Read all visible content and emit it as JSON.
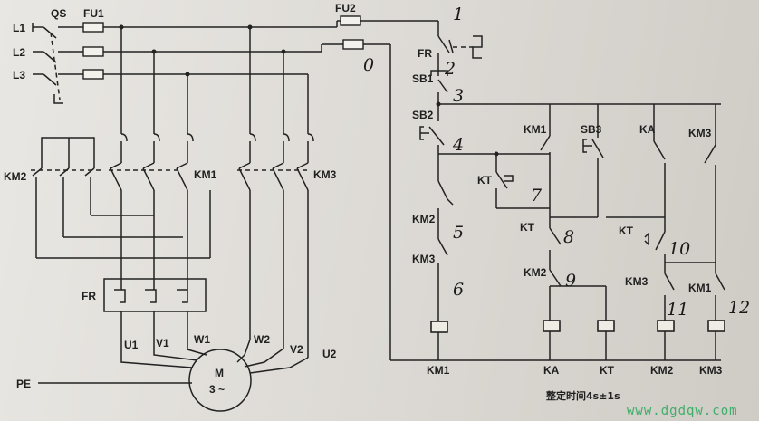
{
  "labels": {
    "L1": "L1",
    "L2": "L2",
    "L3": "L3",
    "QS": "QS",
    "FU1": "FU1",
    "FU2": "FU2",
    "KM2_main": "KM2",
    "KM1_main": "KM1",
    "KM3_main": "KM3",
    "FR_main": "FR",
    "U1": "U1",
    "V1": "V1",
    "W1": "W1",
    "W2": "W2",
    "V2": "V2",
    "U2": "U2",
    "PE": "PE",
    "motor_M": "M",
    "motor_phase": "3 ~",
    "FR_ctrl": "FR",
    "SB1": "SB1",
    "SB2": "SB2",
    "SB3": "SB3",
    "KM1_ctrl": "KM1",
    "KA_ctrl": "KA",
    "KM3_ctrl": "KM3",
    "KT_ctrl": "KT",
    "KM2_ctrl": "KM2",
    "KM3_ctrl2": "KM3",
    "KT_ctrl2": "KT",
    "KT_ctrl3": "KT",
    "KM2_ctrl2": "KM2",
    "KM3_ctrl3": "KM3",
    "KM1_ctrl2": "KM1",
    "coil_KM1": "KM1",
    "coil_KA": "KA",
    "coil_KT": "KT",
    "coil_KM2": "KM2",
    "coil_KM3": "KM3"
  },
  "node_numbers": {
    "n0": "0",
    "n1": "1",
    "n2": "2",
    "n3": "3",
    "n4": "4",
    "n5": "5",
    "n6": "6",
    "n7": "7",
    "n8": "8",
    "n9": "9",
    "n10": "10",
    "n11": "11",
    "n12": "12"
  },
  "caption": "整定时间4s±1s",
  "watermark": "www.dgdqw.com",
  "colors": {
    "ink": "#222222",
    "watermark": "#3fae6a"
  }
}
